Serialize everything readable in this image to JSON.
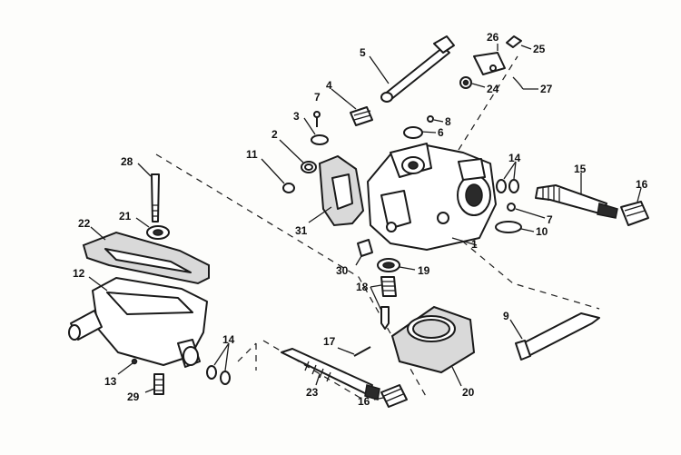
{
  "callouts": {
    "c1": "1",
    "c2": "2",
    "c3": "3",
    "c4": "4",
    "c5": "5",
    "c6": "6",
    "c7a": "7",
    "c7b": "7",
    "c8": "8",
    "c9": "9",
    "c10": "10",
    "c11": "11",
    "c12": "12",
    "c13": "13",
    "c14a": "14",
    "c14b": "14",
    "c15": "15",
    "c16a": "16",
    "c16b": "16",
    "c17": "17",
    "c18": "18",
    "c19": "19",
    "c20": "20",
    "c21": "21",
    "c22": "22",
    "c23": "23",
    "c24": "24",
    "c25": "25",
    "c26": "26",
    "c27": "27",
    "c28": "28",
    "c29": "29",
    "c30": "30",
    "c31": "31"
  }
}
